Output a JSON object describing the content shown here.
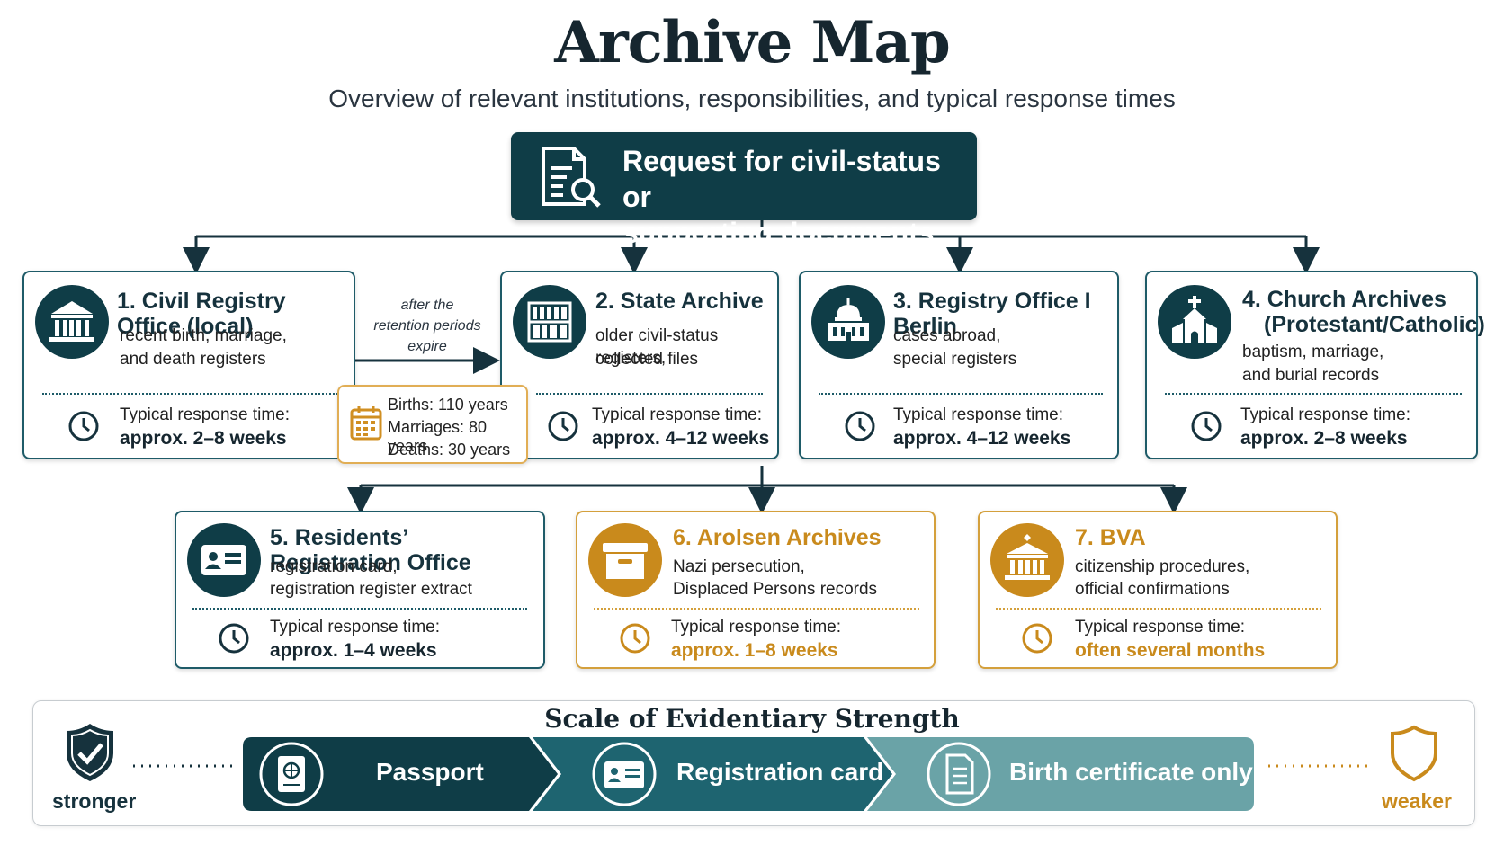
{
  "header": {
    "title": "Archive Map",
    "subtitle": "Overview of relevant institutions, responsibilities, and typical response times"
  },
  "request": {
    "line1": "Request for civil-status or",
    "line2": "supporting documents",
    "icon": "document-search-icon"
  },
  "institutions": [
    {
      "title": "1. Civil Registry Office (local)",
      "desc1": "recent birth, marriage,",
      "desc2": "and death registers",
      "response_label": "Typical response time:",
      "response_value": "approx. 2–8 weeks",
      "icon": "courthouse-icon"
    },
    {
      "title": "2. State Archive",
      "desc1": "older civil-status registers,",
      "desc2": "collected files",
      "response_label": "Typical response time:",
      "response_value": "approx. 4–12 weeks",
      "icon": "archive-shelves-icon"
    },
    {
      "title": "3. Registry Office I Berlin",
      "desc1": "cases abroad,",
      "desc2": "special registers",
      "response_label": "Typical response time:",
      "response_value": "approx. 4–12 weeks",
      "icon": "domed-building-icon"
    },
    {
      "title1": "4. Church Archives",
      "title2": "(Protestant/Catholic)",
      "desc1": "baptism, marriage,",
      "desc2": "and burial records",
      "response_label": "Typical response time:",
      "response_value": "approx. 2–8 weeks",
      "icon": "church-icon"
    },
    {
      "title": "5. Residents’ Registration Office",
      "desc1": "registration card,",
      "desc2": "registration register extract",
      "response_label": "Typical response time:",
      "response_value": "approx. 1–4 weeks",
      "icon": "id-card-icon"
    },
    {
      "title": "6. Arolsen Archives",
      "desc1": "Nazi persecution,",
      "desc2": "Displaced Persons records",
      "response_label": "Typical response time:",
      "response_value": "approx. 1–8 weeks",
      "icon": "archive-box-icon"
    },
    {
      "title": "7. BVA",
      "desc1": "citizenship procedures,",
      "desc2": "official confirmations",
      "response_label": "Typical response time:",
      "response_value": "often several months",
      "icon": "federal-building-icon"
    }
  ],
  "transfer": {
    "line1": "after the",
    "line2": "retention periods",
    "line3": "expire"
  },
  "retention": {
    "births": "Births: 110 years",
    "marriages": "Marriages: 80 years",
    "deaths": "Deaths: 30 years",
    "icon": "calendar-icon"
  },
  "scale": {
    "title": "Scale of Evidentiary Strength",
    "stronger": "stronger",
    "weaker": "weaker",
    "segments": [
      {
        "label": "Passport",
        "icon": "passport-icon"
      },
      {
        "label": "Registration card",
        "icon": "id-card-icon"
      },
      {
        "label": "Birth certificate only",
        "icon": "document-icon"
      }
    ]
  },
  "colors": {
    "navy": "#0f3d47",
    "teal": "#1e5b68",
    "gold": "#c98a1c"
  }
}
